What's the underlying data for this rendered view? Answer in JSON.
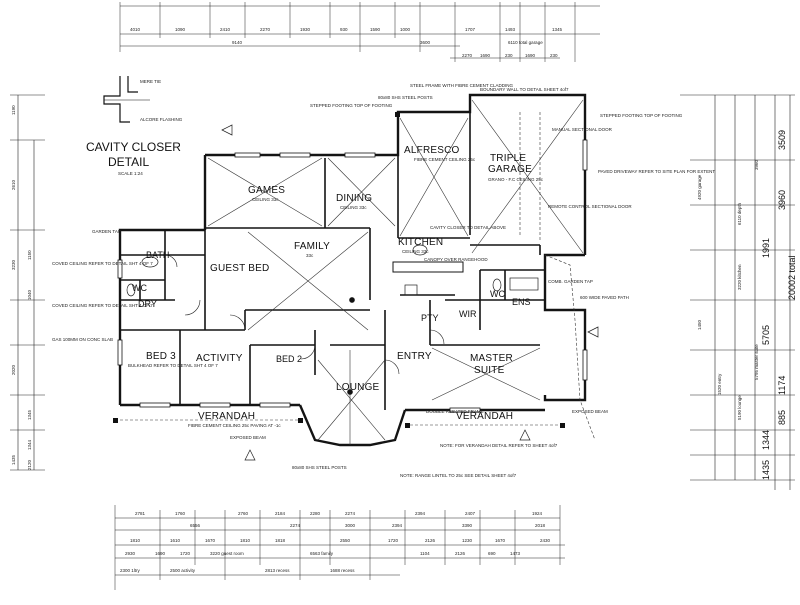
{
  "detail": {
    "title_line1": "CAVITY CLOSER",
    "title_line2": "DETAIL",
    "scale": "SCALE 1:24",
    "labels": [
      "MERE TIE",
      "ALCORE FLASHING"
    ]
  },
  "rooms": {
    "games": "GAMES",
    "dining": "DINING",
    "alfresco": "ALFRESCO",
    "triple_garage": "TRIPLE",
    "triple_garage2": "GARAGE",
    "family": "FAMILY",
    "kitchen": "KITCHEN",
    "guest_bed": "GUEST BED",
    "bath": "BATH",
    "wc": "WC",
    "dry": "DRY",
    "bed3": "BED 3",
    "activity": "ACTIVITY",
    "bed2": "BED 2",
    "lounge": "LOUNGE",
    "entry": "ENTRY",
    "pty": "PTY",
    "wir": "WIR",
    "ens": "ENS",
    "wc2": "WC",
    "master": "MASTER",
    "master2": "SUITE",
    "verandah_left": "VERANDAH",
    "verandah_right": "VERANDAH"
  },
  "ceilings": {
    "games": "CEILING 33c",
    "dining": "CEILING 33c",
    "family": "33c",
    "kitchen": "CEILING 33c",
    "alfresco": "FIBRE CEMENT CEILING 25c",
    "garage": "GRANO - F.C CEILING 25c"
  },
  "notes": {
    "stepped_footing_left": "STEPPED FOOTING TOP OF FOOTING",
    "stepped_footing_right": "STEPPED FOOTING TOP OF FOOTING",
    "steel_posts": "80x80 SHS STEEL POSTS",
    "steel_frame": "STEEL FRAME WITH FIBRE CEMENT CLADDING",
    "boundary_wall": "BOUNDARY WALL TO DETAIL SHEET 4of7",
    "manual_door": "MANUAL SECTIONAL DOOR",
    "remote_door": "REMOTE CONTROL SECTIONAL DOOR",
    "paved_driveway": "PAVED DRIVEWAY REFER TO SITE PLAN FOR EXTENT",
    "garden_tap": "GARDEN TAP",
    "coved_ceiling1": "COVED CEILING REFER TO DETAIL SHT 4 OF 7",
    "coved_ceiling2": "COVED CEILING REFER TO DETAIL SHT 4 OF 7",
    "gas_meter": "GAS 100MM ON CONC SLAB",
    "bulkhead": "BULKHEAD REFER TO DETAIL SHT 4 OF 7",
    "exposed_beam": "EXPOSED BEAM",
    "verandah_ceiling": "FIBRE CEMENT CEILING 25c PAVING AT -1c",
    "verandah_detail": "NOTE: FOR VERANDAH DETAIL REFER TO SHEET 4of7",
    "range_lintel": "NOTE: RANGE LINTEL TO 25c SEE DETAIL SHEET 4of7",
    "steel_posts_bottom": "80x80 SHS STEEL POSTS",
    "cavity_closer": "CAVITY CLOSER TO DETAIL ABOVE",
    "canopy": "CANOPY OVER RANGEHOOD",
    "double_rebated": "DOUBLE REBATED FRAME",
    "comb_garden_tap": "COMB. GARDEN TAP",
    "paved_path": "600 WIDE PAVED PATH",
    "exposed_beam_right": "EXPOSED BEAM"
  },
  "top_dims": {
    "row1": [
      "4010",
      "1090",
      "2410",
      "2270",
      "1930",
      "930",
      "1590",
      "1000",
      "1707",
      "1493",
      "1345"
    ],
    "row2": [
      "9140",
      "3600",
      "6110 total garage"
    ],
    "row3": [
      "2270",
      "1690",
      "230",
      "1690",
      "230"
    ]
  },
  "right_dims": {
    "big": [
      "3509",
      "3960",
      "1991",
      "20002 total",
      "5705",
      "1174",
      "885",
      "1344",
      "1435"
    ],
    "small": [
      "4920 garage",
      "3220 kitchen",
      "6110 depth",
      "1450",
      "3960",
      "1520 entry",
      "5190 lounge",
      "5795 master suite"
    ]
  },
  "left_dims": [
    "1190",
    "2610",
    "3230",
    "1150",
    "1040",
    "2020",
    "1345",
    "1344",
    "1435",
    "2120"
  ],
  "bottom_dims": {
    "row1": [
      "2781",
      "1760",
      "2760",
      "2184",
      "2280",
      "2274",
      "2394",
      "2407",
      "1924"
    ],
    "row2": [
      "6556",
      "2274",
      "3000",
      "2394",
      "3390",
      "2018"
    ],
    "row3": [
      "1810",
      "1610",
      "1670",
      "1810",
      "1818",
      "2550",
      "1720",
      "2126",
      "1230",
      "1670",
      "2430"
    ],
    "row4": [
      "2930",
      "1690",
      "1720",
      "3220 guest room",
      "6563 family",
      "1104",
      "2126",
      "690",
      "1473"
    ],
    "row5": [
      "2300 1ltry",
      "2500 activity",
      "2813 recess",
      "1688 recess"
    ]
  },
  "colors": {
    "wall": "#141414",
    "thin": "#333333",
    "dim": "#444444"
  }
}
